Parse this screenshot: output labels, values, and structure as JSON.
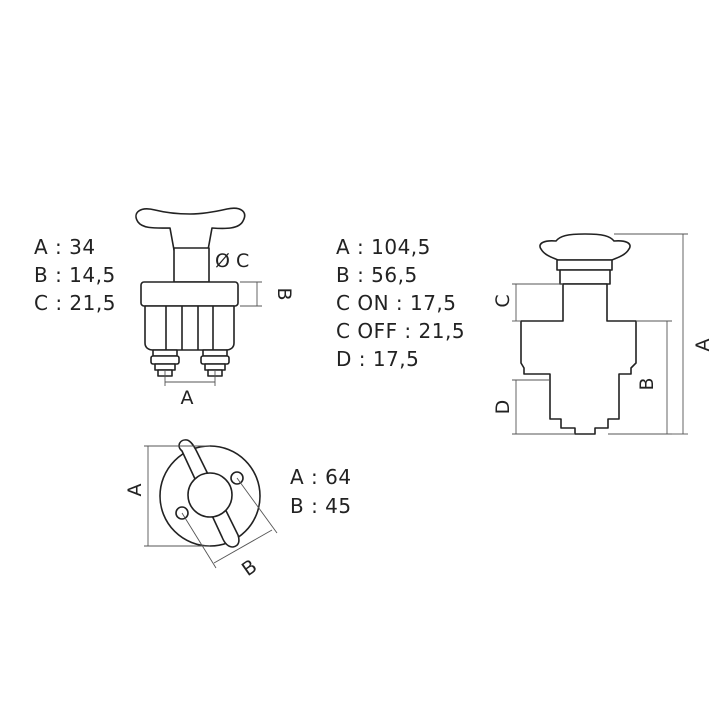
{
  "top_left": {
    "specs": [
      "A : 34",
      "B : 14,5",
      "C : 21,5"
    ],
    "label_a": "A",
    "label_b": "B",
    "label_c": "Ø C"
  },
  "top_right": {
    "specs": [
      "A : 104,5",
      "B : 56,5",
      "C ON : 17,5",
      "C OFF : 21,5",
      "D : 17,5"
    ],
    "label_a": "A",
    "label_b": "B",
    "label_c": "C",
    "label_d": "D"
  },
  "bottom": {
    "specs": [
      "A : 64",
      "B : 45"
    ],
    "label_a": "A",
    "label_b": "B"
  }
}
